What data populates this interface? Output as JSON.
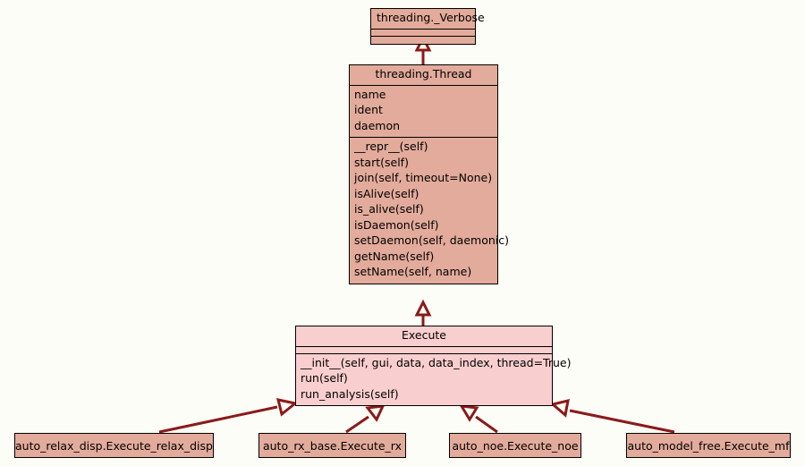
{
  "diagram": {
    "type": "uml-class-diagram",
    "background_color": "#fcfdf6",
    "class_fill_tan": "#e3ab9b",
    "class_fill_pink": "#f9cece",
    "edge_color": "#8b1a1a",
    "border_color": "#000000"
  },
  "classes": {
    "verbose": {
      "name": "threading._Verbose",
      "attributes": [],
      "methods": []
    },
    "thread": {
      "name": "threading.Thread",
      "attributes": [
        "name",
        "ident",
        "daemon"
      ],
      "methods": [
        "__repr__(self)",
        "start(self)",
        "join(self, timeout=None)",
        "isAlive(self)",
        "is_alive(self)",
        "isDaemon(self)",
        "setDaemon(self, daemonic)",
        "getName(self)",
        "setName(self, name)"
      ]
    },
    "execute": {
      "name": "Execute",
      "attributes": [],
      "methods": [
        "__init__(self, gui, data, data_index, thread=True)",
        "run(self)",
        "run_analysis(self)"
      ]
    }
  },
  "subclasses": [
    {
      "name": "auto_relax_disp.Execute_relax_disp"
    },
    {
      "name": "auto_rx_base.Execute_rx"
    },
    {
      "name": "auto_noe.Execute_noe"
    },
    {
      "name": "auto_model_free.Execute_mf"
    }
  ],
  "relationships": [
    {
      "from": "threading.Thread",
      "to": "threading._Verbose",
      "kind": "inheritance"
    },
    {
      "from": "Execute",
      "to": "threading.Thread",
      "kind": "inheritance"
    },
    {
      "from": "auto_relax_disp.Execute_relax_disp",
      "to": "Execute",
      "kind": "inheritance"
    },
    {
      "from": "auto_rx_base.Execute_rx",
      "to": "Execute",
      "kind": "inheritance"
    },
    {
      "from": "auto_noe.Execute_noe",
      "to": "Execute",
      "kind": "inheritance"
    },
    {
      "from": "auto_model_free.Execute_mf",
      "to": "Execute",
      "kind": "inheritance"
    }
  ]
}
